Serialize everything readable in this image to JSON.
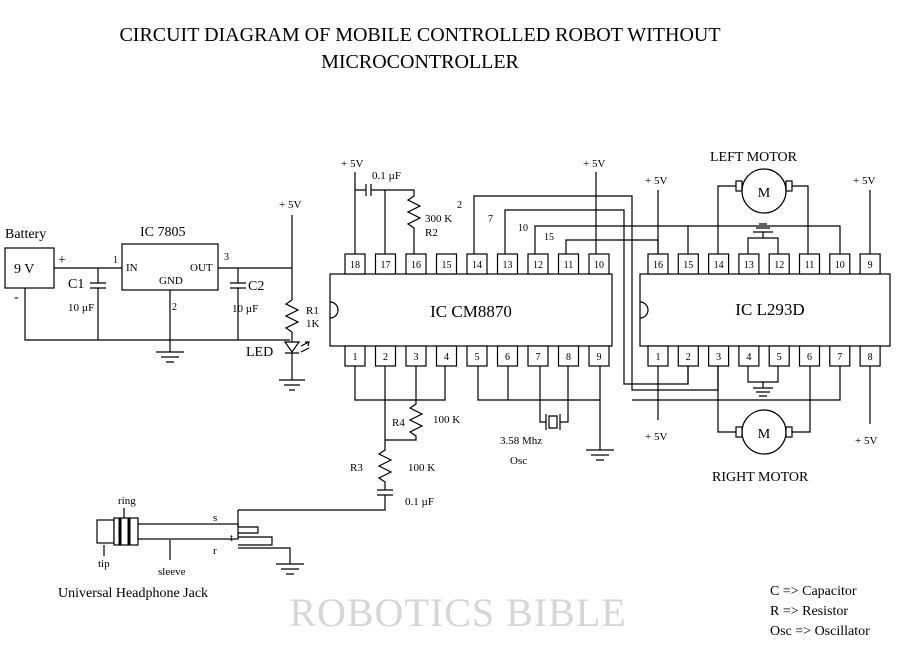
{
  "title": {
    "line1": "CIRCUIT DIAGRAM OF MOBILE CONTROLLED ROBOT WITHOUT",
    "line2": "MICROCONTROLLER"
  },
  "supply": {
    "battery_label": "Battery",
    "battery_value": "9 V",
    "plus": "+",
    "minus": "-",
    "regulator": "IC 7805",
    "reg_in": "IN",
    "reg_out": "OUT",
    "reg_gnd": "GND",
    "reg_pin_in": "1",
    "reg_pin_gnd": "2",
    "reg_pin_out": "3",
    "c1": "C1",
    "c1_value": "10 µF",
    "c2": "C2",
    "c2_value": "10 µF",
    "vcc": "+ 5V",
    "r1": "R1",
    "r1_value": "1K",
    "led": "LED"
  },
  "decoder": {
    "name": "IC CM8870",
    "top_pins": [
      "18",
      "17",
      "16",
      "15",
      "14",
      "13",
      "12",
      "11",
      "10"
    ],
    "bottom_pins": [
      "1",
      "2",
      "3",
      "4",
      "5",
      "6",
      "7",
      "8",
      "9"
    ],
    "c_top": "0.1 µF",
    "r2_value": "300 K",
    "r2": "R2",
    "r4": "R4",
    "r4_value": "100 K",
    "r3": "R3",
    "r3_value": "100 K",
    "c_in": "0.1 µF",
    "crystal": "3.58 Mhz",
    "osc": "Osc",
    "vcc": "+ 5V"
  },
  "wire_labels": [
    "2",
    "7",
    "10",
    "15"
  ],
  "driver": {
    "name": "IC L293D",
    "top_pins": [
      "16",
      "15",
      "14",
      "13",
      "12",
      "11",
      "10",
      "9"
    ],
    "bottom_pins": [
      "1",
      "2",
      "3",
      "4",
      "5",
      "6",
      "7",
      "8"
    ],
    "vcc": "+ 5V",
    "left_motor": "LEFT MOTOR",
    "right_motor": "RIGHT MOTOR",
    "motor_symbol": "M"
  },
  "jack": {
    "ring": "ring",
    "tip": "tip",
    "sleeve": "sleeve",
    "s": "s",
    "t": "t",
    "r": "r",
    "caption": "Universal Headphone Jack"
  },
  "legend": {
    "c": "C => Capacitor",
    "r": "R => Resistor",
    "osc": "Osc => Oscillator"
  },
  "watermark": "ROBOTICS BIBLE"
}
